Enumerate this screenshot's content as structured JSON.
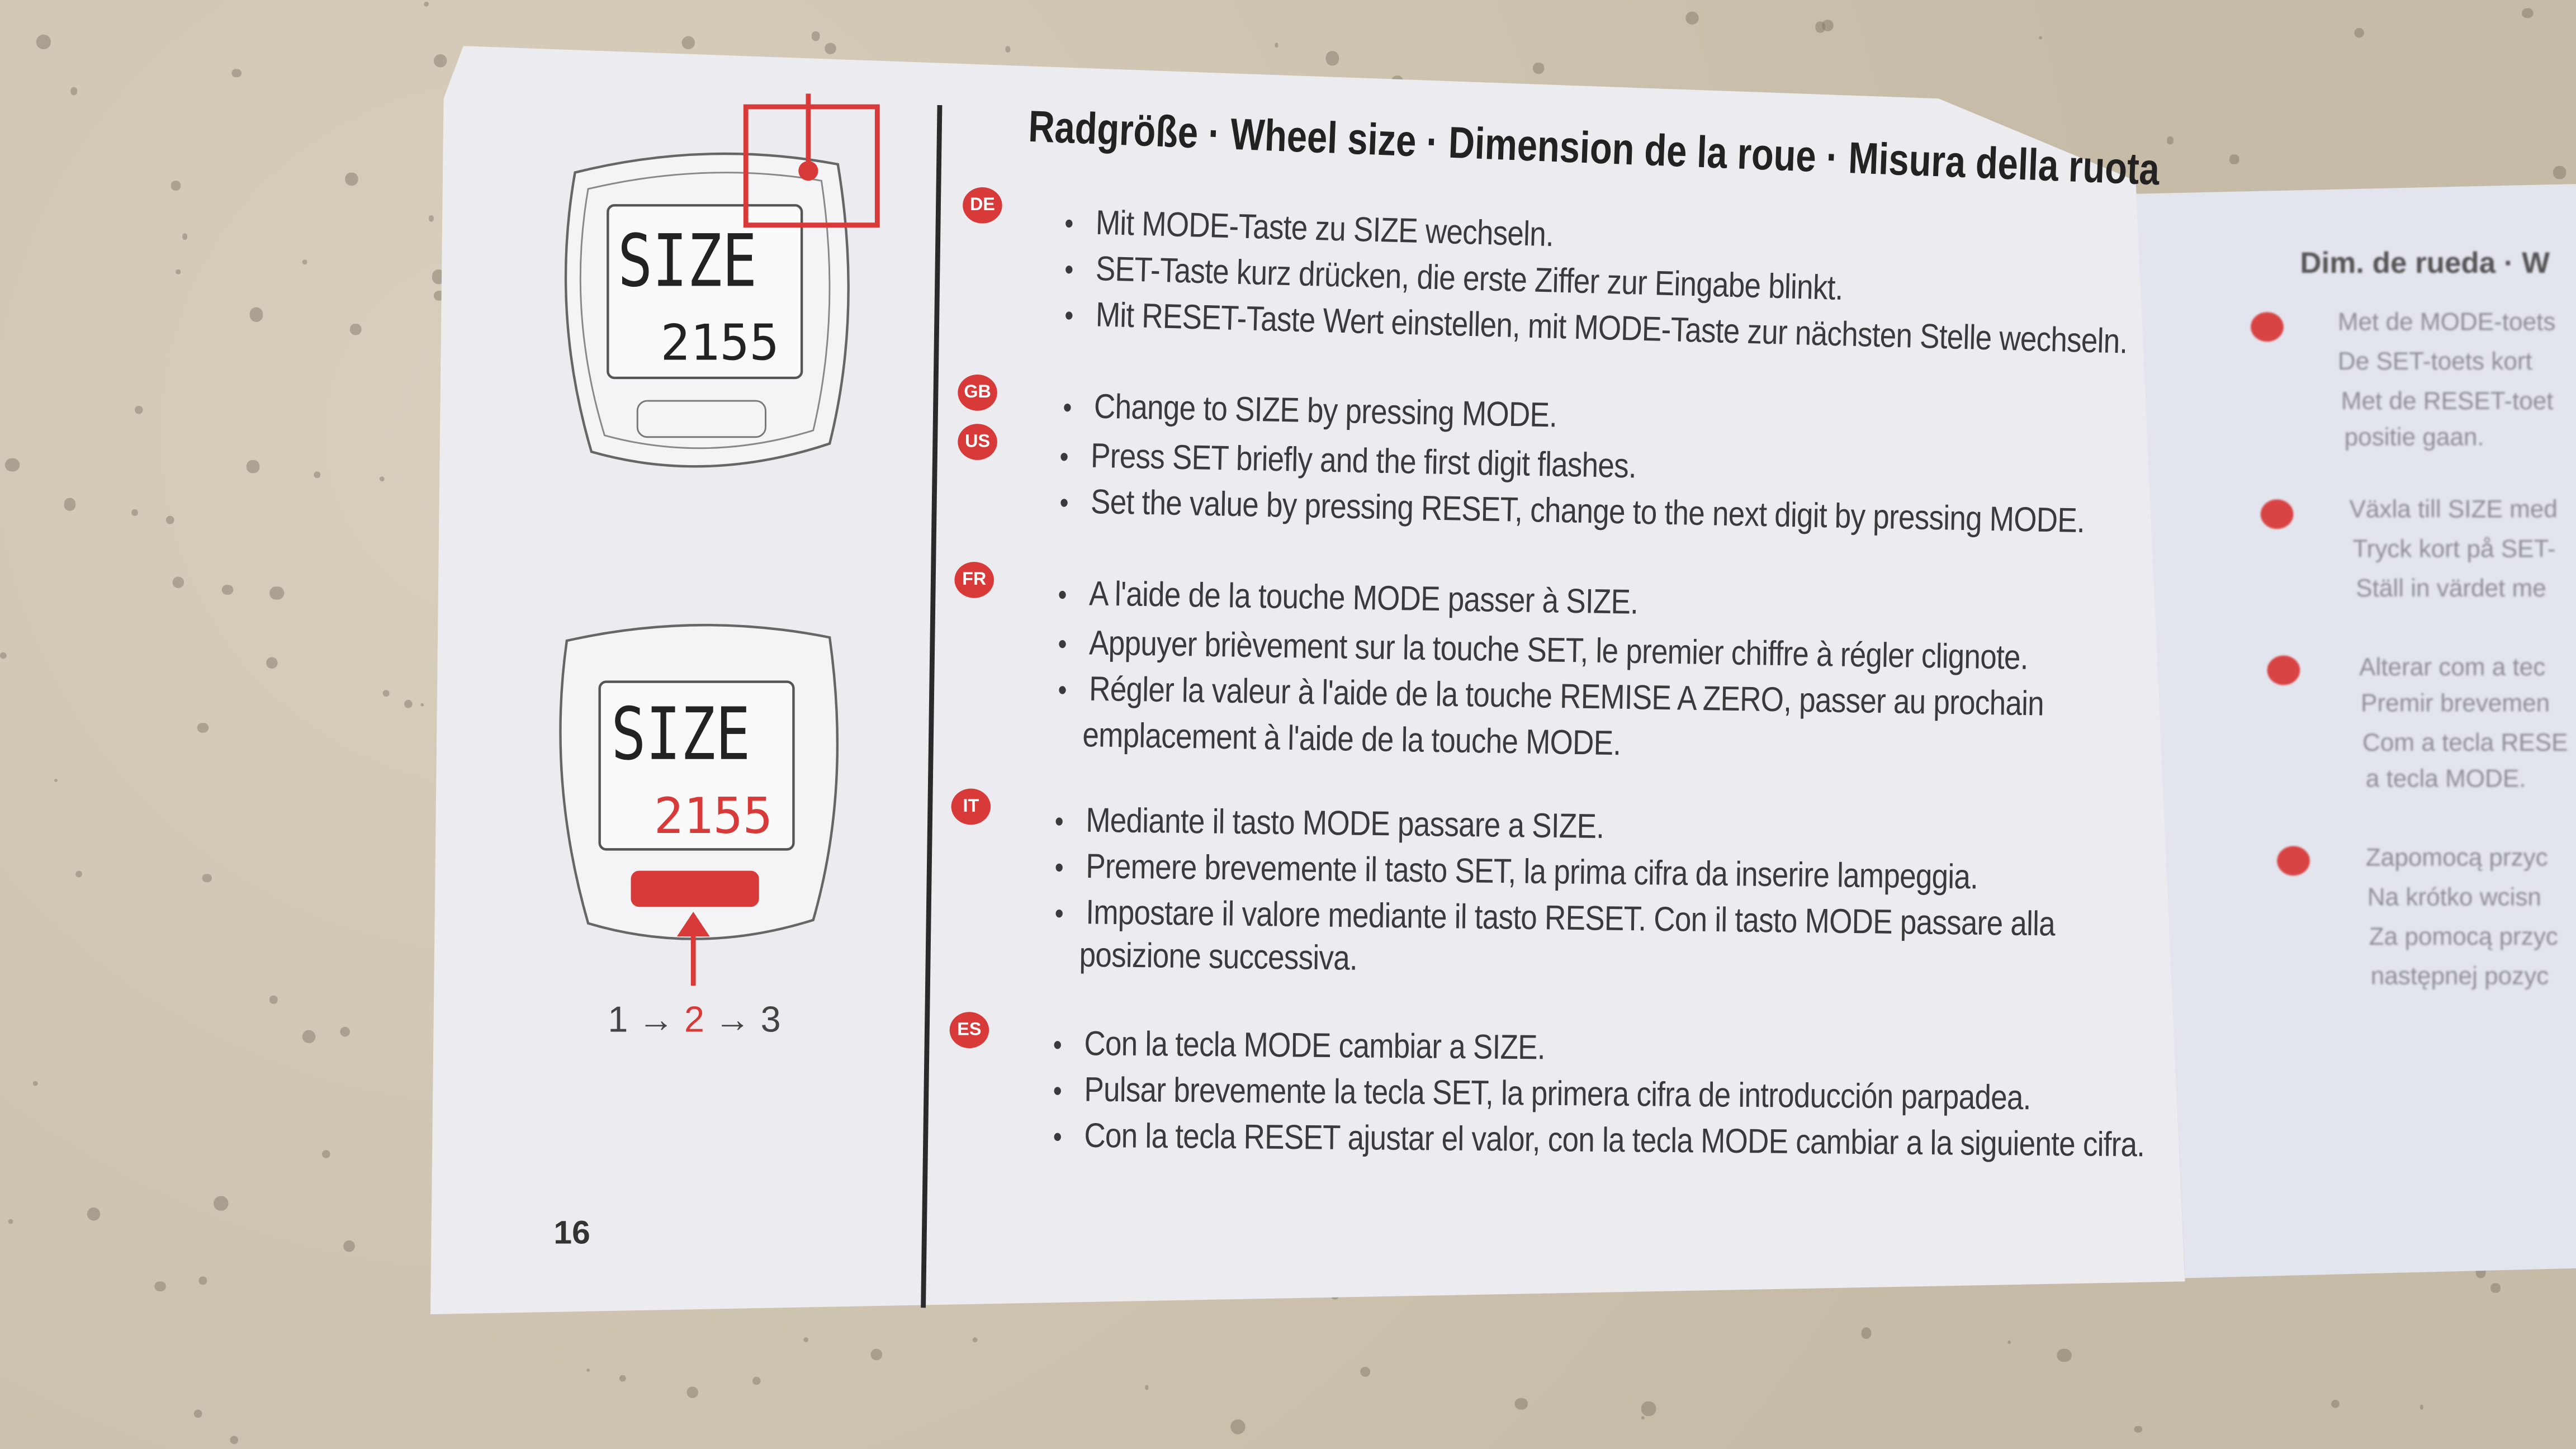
{
  "page_number": "16",
  "title": "Radgröße · Wheel size · Dimension de la roue · Misura della ruota",
  "sections": [
    {
      "lang": "DE",
      "lines": [
        "Mit MODE-Taste zu SIZE wechseln.",
        "SET-Taste kurz drücken, die erste Ziffer zur Eingabe blinkt.",
        "Mit RESET-Taste Wert einstellen, mit MODE-Taste zur nächsten Stelle wechseln."
      ]
    },
    {
      "lang": "GB",
      "lines": [
        "Change to SIZE by pressing MODE."
      ]
    },
    {
      "lang": "US",
      "lines": [
        "Press SET briefly and the first digit flashes.",
        "Set the value by pressing RESET, change to the next digit by pressing MODE."
      ]
    },
    {
      "lang": "FR",
      "lines": [
        "A l'aide de la touche MODE passer à SIZE.",
        "Appuyer brièvement sur la touche SET, le premier chiffre à régler clignote.",
        "Régler la valeur à l'aide de la touche REMISE A ZERO, passer au prochain",
        "emplacement à l'aide de la touche MODE."
      ]
    },
    {
      "lang": "IT",
      "lines": [
        "Mediante il tasto MODE passare a SIZE.",
        "Premere brevemente il tasto SET, la prima cifra da inserire lampeggia.",
        "Impostare il valore mediante il tasto RESET. Con il tasto MODE passare alla",
        "posizione successiva."
      ]
    },
    {
      "lang": "ES",
      "lines": [
        "Con la tecla MODE cambiar a SIZE.",
        "Pulsar brevemente la tecla SET, la primera cifra de introducción parpadea.",
        "Con la tecla RESET ajustar el valor, con la tecla MODE cambiar a la siguiente cifra."
      ]
    }
  ],
  "display": {
    "label": "SIZE",
    "value": "2155"
  },
  "sequence": {
    "a": "1",
    "b": "2",
    "c": "3",
    "arrow": "→"
  },
  "right_page": {
    "title": "Dim. de rueda · W",
    "lines": [
      "Met de MODE-toets",
      "De SET-toets kort",
      "Met de RESET-toet",
      "positie gaan.",
      "Växla till SIZE med",
      "Tryck kort på SET-",
      "Ställ in värdet me",
      "Alterar com a tec",
      "Premir brevemen",
      "Com a tecla RESE",
      "a tecla MODE.",
      "Zapomocą przyc",
      "Na krótko wcisn",
      "Za pomocą przyc",
      "następnej pozyc"
    ]
  },
  "colors": {
    "accent": "#d83a3a",
    "paper": "#eeeef2",
    "text": "#3a3a3c"
  }
}
